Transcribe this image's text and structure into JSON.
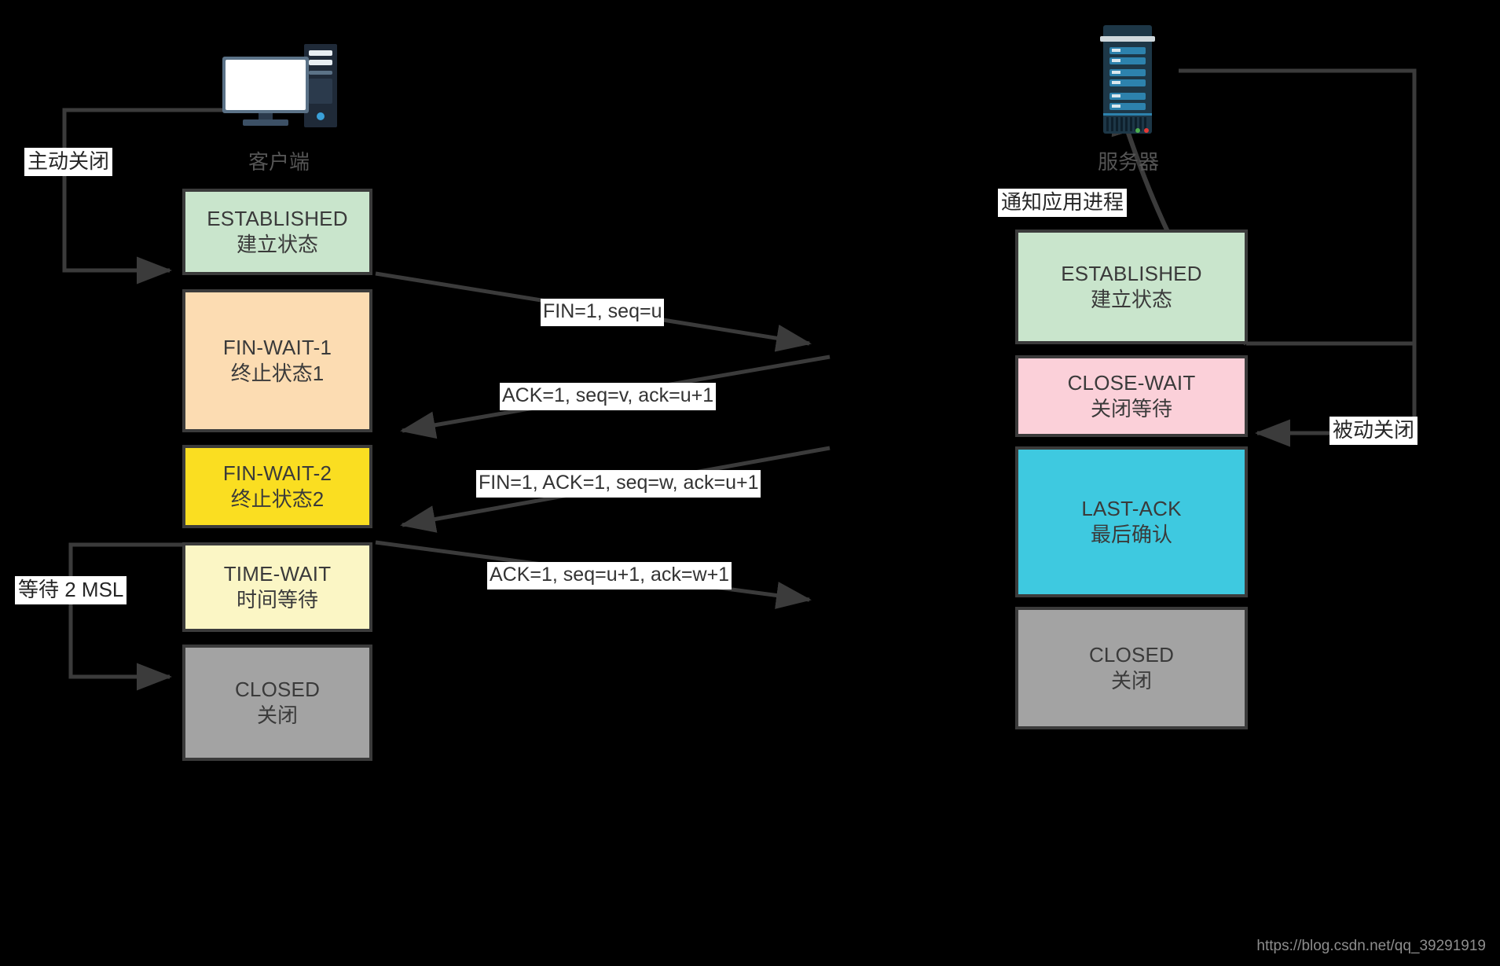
{
  "diagram": {
    "title": "TCP four-way handshake (connection termination) state diagram",
    "background_color": "#000000",
    "stroke_color": "#3b3b3b"
  },
  "endpoints": [
    {
      "id": "client",
      "icon": "desktop-computer-icon",
      "caption": "客户端"
    },
    {
      "id": "server",
      "icon": "server-rack-icon",
      "caption": "服务器"
    }
  ],
  "client_states": [
    {
      "id": "established",
      "en": "ESTABLISHED",
      "cn": "建立状态",
      "color": "#c9e5cc"
    },
    {
      "id": "fin-wait-1",
      "en": "FIN-WAIT-1",
      "cn": "终止状态1",
      "color": "#fcdcb2"
    },
    {
      "id": "fin-wait-2",
      "en": "FIN-WAIT-2",
      "cn": "终止状态2",
      "color": "#fade21"
    },
    {
      "id": "time-wait",
      "en": "TIME-WAIT",
      "cn": "时间等待",
      "color": "#fbf6c5"
    },
    {
      "id": "closed",
      "en": "CLOSED",
      "cn": "关闭",
      "color": "#a3a3a3"
    }
  ],
  "server_states": [
    {
      "id": "established",
      "en": "ESTABLISHED",
      "cn": "建立状态",
      "color": "#c9e5cc"
    },
    {
      "id": "close-wait",
      "en": "CLOSE-WAIT",
      "cn": "关闭等待",
      "color": "#fbd0d9"
    },
    {
      "id": "last-ack",
      "en": "LAST-ACK",
      "cn": "最后确认",
      "color": "#3ec9e0"
    },
    {
      "id": "closed",
      "en": "CLOSED",
      "cn": "关闭",
      "color": "#a3a3a3"
    }
  ],
  "messages": [
    {
      "id": "msg1",
      "label": "FIN=1, seq=u",
      "direction": "client-to-server"
    },
    {
      "id": "msg2",
      "label": "ACK=1, seq=v, ack=u+1",
      "direction": "server-to-client"
    },
    {
      "id": "msg3",
      "label": "FIN=1, ACK=1, seq=w, ack=u+1",
      "direction": "server-to-client"
    },
    {
      "id": "msg4",
      "label": "ACK=1, seq=u+1, ack=w+1",
      "direction": "client-to-server"
    }
  ],
  "notes": [
    {
      "id": "active-close",
      "label": "主动关闭",
      "side": "left"
    },
    {
      "id": "wait-2msl",
      "label": "等待 2 MSL",
      "side": "left"
    },
    {
      "id": "notify-app",
      "label": "通知应用进程",
      "side": "right"
    },
    {
      "id": "passive-close",
      "label": "被动关闭",
      "side": "right"
    }
  ],
  "watermark": {
    "text": "https://blog.csdn.net/qq_39291919"
  }
}
